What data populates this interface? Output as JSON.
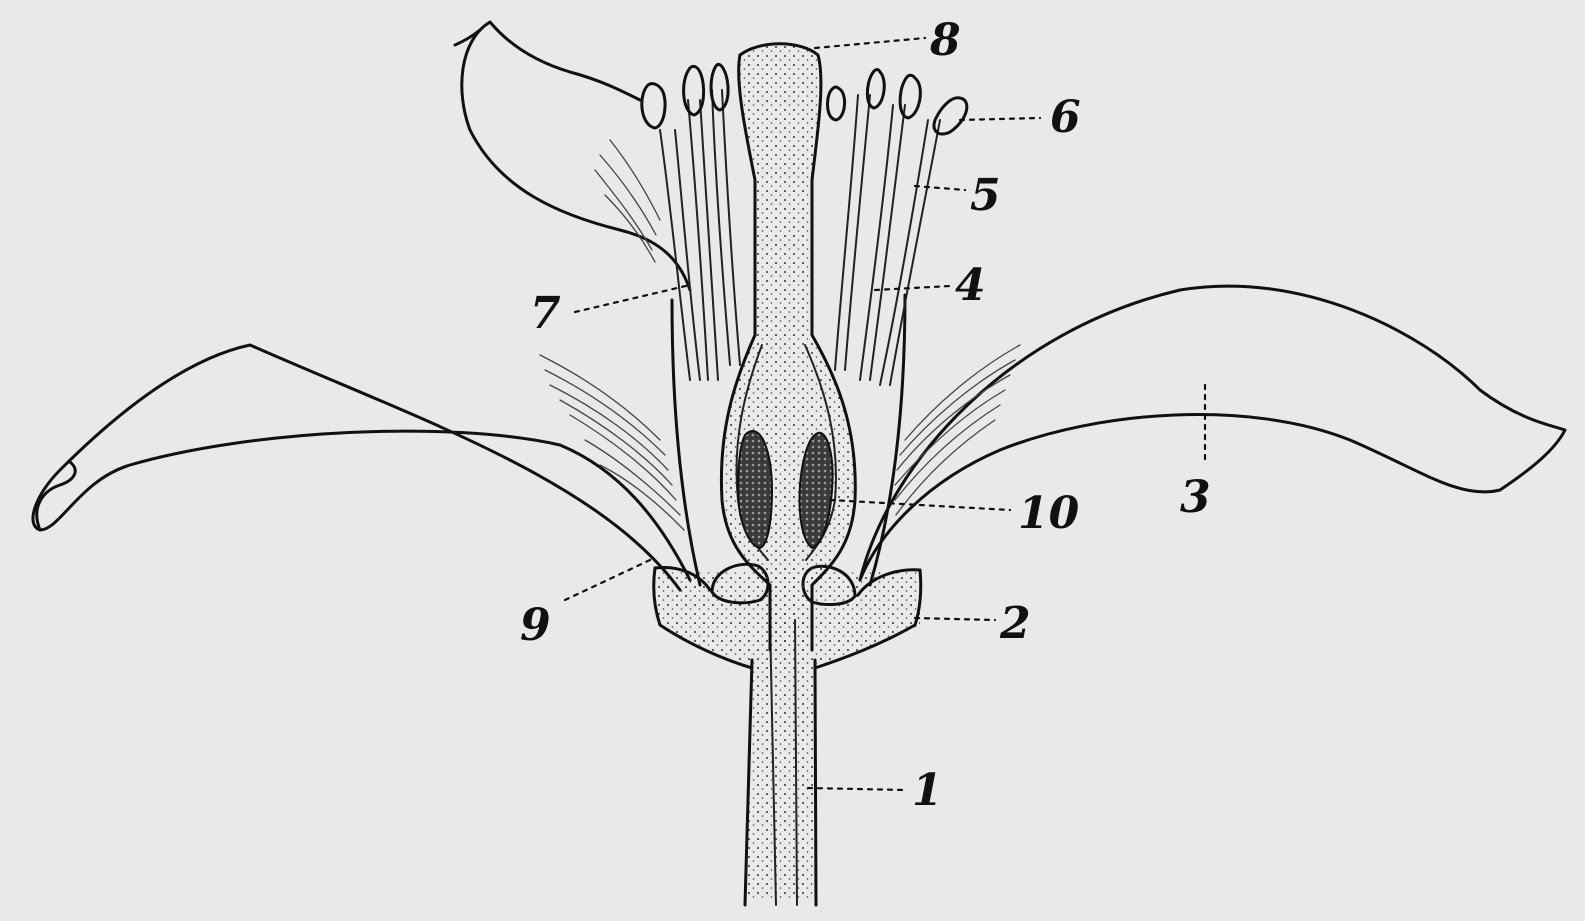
{
  "labels": [
    {
      "id": "1",
      "text": "1"
    },
    {
      "id": "2",
      "text": "2"
    },
    {
      "id": "3",
      "text": "3"
    },
    {
      "id": "4",
      "text": "4"
    },
    {
      "id": "5",
      "text": "5"
    },
    {
      "id": "6",
      "text": "6"
    },
    {
      "id": "7",
      "text": "7"
    },
    {
      "id": "8",
      "text": "8"
    },
    {
      "id": "9",
      "text": "9"
    },
    {
      "id": "10",
      "text": "10"
    }
  ],
  "colors": {
    "background": "#e9e9e7",
    "ink": "#111111"
  }
}
